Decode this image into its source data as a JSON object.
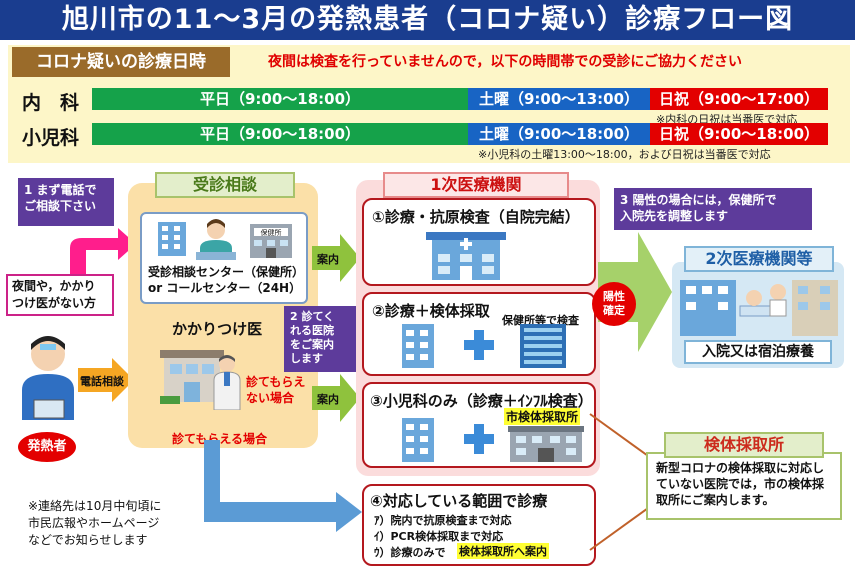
{
  "title": "旭川市の11～3月の発熱患者（コロナ疑い）診療フロー図",
  "hours": {
    "header": "コロナ疑いの診療日時",
    "note": "夜間は検査を行っていませんので，以下の時間帯での受診にご協力ください",
    "rows": [
      {
        "label": "内　科",
        "weekday": "平日（9:00～18:00）",
        "saturday": "土曜（9:00～13:00）",
        "holiday": "日祝（9:00～17:00）",
        "note": "※内科の日祝は当番医で対応"
      },
      {
        "label": "小児科",
        "weekday": "平日（9:00～18:00）",
        "saturday": "土曜（9:00～18:00）",
        "holiday": "日祝（9:00～18:00）",
        "note": "※小児科の土曜13:00～18:00，および日祝は当番医で対応"
      }
    ]
  },
  "steps": {
    "step1": "1 まず電話で\nご相談下さい",
    "step2": "2 診てく\nれる医院\nをご案内\nします",
    "step3": "3 陽性の場合には，保健所で\n入院先を調整します"
  },
  "patient": {
    "night_note": "夜間や，かかり\nつけ医がない方",
    "phone_label": "電話相談",
    "badge": "発熱者"
  },
  "consultation": {
    "title": "受診相談",
    "center": "受診相談センター（保健所）\nor コールセンター（24H）",
    "clinic_sign": "保健所",
    "family_doctor": "かかりつけ医",
    "cannot_see": "診てもらえ\nない場合",
    "can_see": "診てもらえる場合",
    "guide1": "案内",
    "guide2": "案内"
  },
  "primary": {
    "title": "1次医療機関",
    "box1": "①診療・抗原検査（自院完結）",
    "box2": "②診療＋検体採取",
    "box2_sub": "保健所等で検査",
    "box3": "③小児科のみ（診療＋ｲﾝﾌﾙ検査）",
    "box3_sub": "市検体採取所",
    "box4": "④対応している範囲で診療",
    "box4_items": [
      "ｱ）院内で抗原検査まで対応",
      "ｲ）PCR検体採取まで対応",
      "ｳ）診療のみで"
    ],
    "box4_highlight": "検体採取所へ案内"
  },
  "positive_badge": "陽性\n確定",
  "secondary": {
    "title": "2次医療機関等",
    "footer": "入院又は宿泊療養"
  },
  "testing_site": {
    "title": "検体採取所",
    "body": "新型コロナの検体採取に対応していない医院では，市の検体採取所にご案内します。"
  },
  "contact_note": "※連絡先は10月中旬頃に\n市民広報やホームページ\nなどでお知らせします",
  "colors": {
    "title_bar": "#1a3d8f",
    "weekday": "#15a24a",
    "saturday": "#1864c4",
    "holiday": "#e30000",
    "step": "#5d3b9b"
  }
}
